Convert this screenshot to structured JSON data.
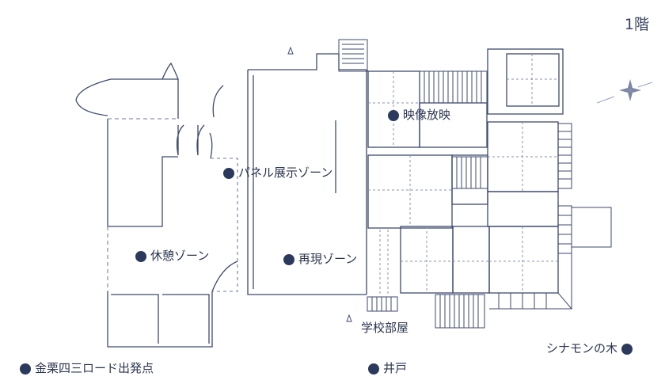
{
  "floor_label": "1階",
  "labels": {
    "video": "映像放映",
    "panel": "パネル展示ゾーン",
    "rest": "休憩ゾーン",
    "reproduction": "再現ゾーン",
    "school": "学校部屋",
    "cinnamon": "シナモンの木",
    "start": "金栗四三ロード出発点",
    "well": "井戸"
  },
  "colors": {
    "line": "#3e4a6e",
    "dashed": "#8a93ad",
    "marker": "#2b3a5c"
  }
}
